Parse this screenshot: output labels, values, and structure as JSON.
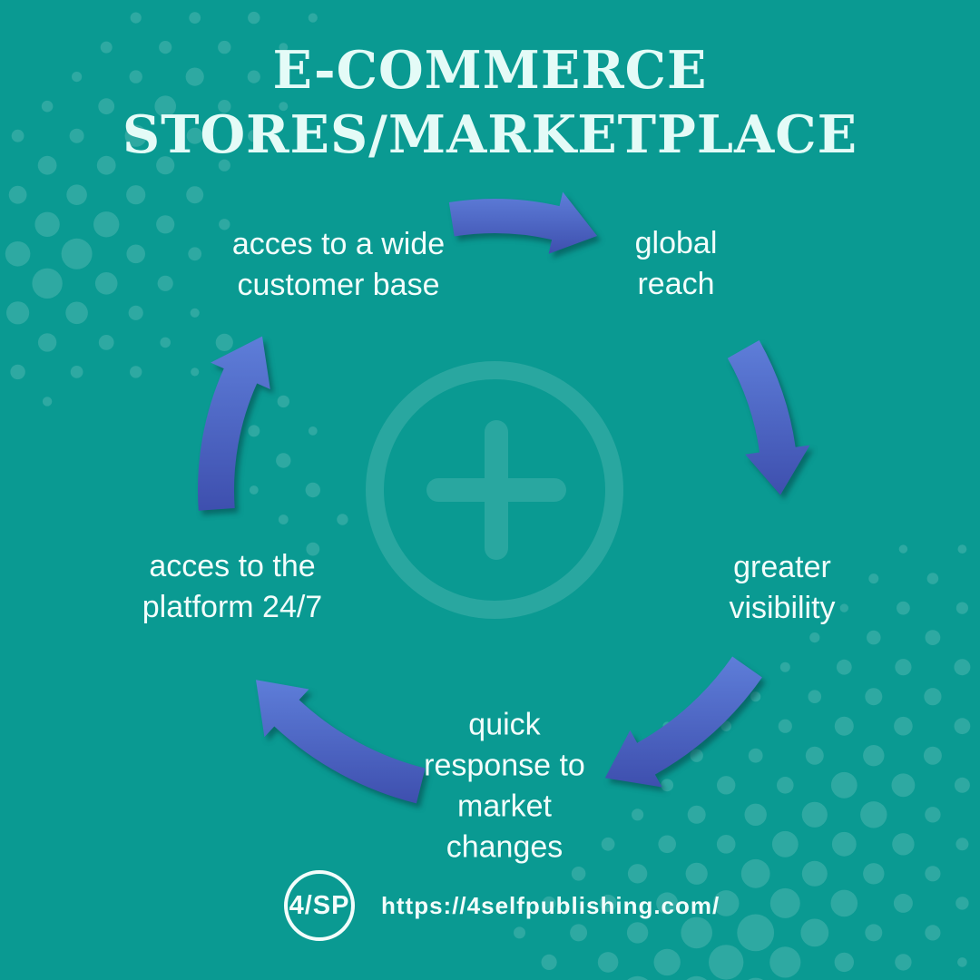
{
  "title": {
    "line1": "E-COMMERCE",
    "line2": "STORES/MARKETPLACE"
  },
  "cycle": {
    "items": [
      {
        "id": "wide-customer-base",
        "label": "acces to a wide\ncustomer base"
      },
      {
        "id": "global-reach",
        "label": "global\nreach"
      },
      {
        "id": "greater-visibility",
        "label": "greater\nvisibility"
      },
      {
        "id": "quick-response",
        "label": "quick\nresponse to\nmarket\nchanges"
      },
      {
        "id": "platform-24-7",
        "label": "acces to the\nplatform 24/7"
      }
    ],
    "center_icon": "plus-circle-icon",
    "flow_direction": "clockwise"
  },
  "footer": {
    "logo_text": "4/SP",
    "url": "https://4selfpublishing.com/"
  },
  "colors": {
    "background": "#0A9A92",
    "title_text": "#E4FBF7",
    "label_text": "#F2FDFB",
    "arrow_light": "#5E7ED9",
    "arrow_dark": "#3E4FAE",
    "dot": "rgba(255,255,255,0.15)",
    "watermark": "rgba(255,255,255,0.13)"
  }
}
